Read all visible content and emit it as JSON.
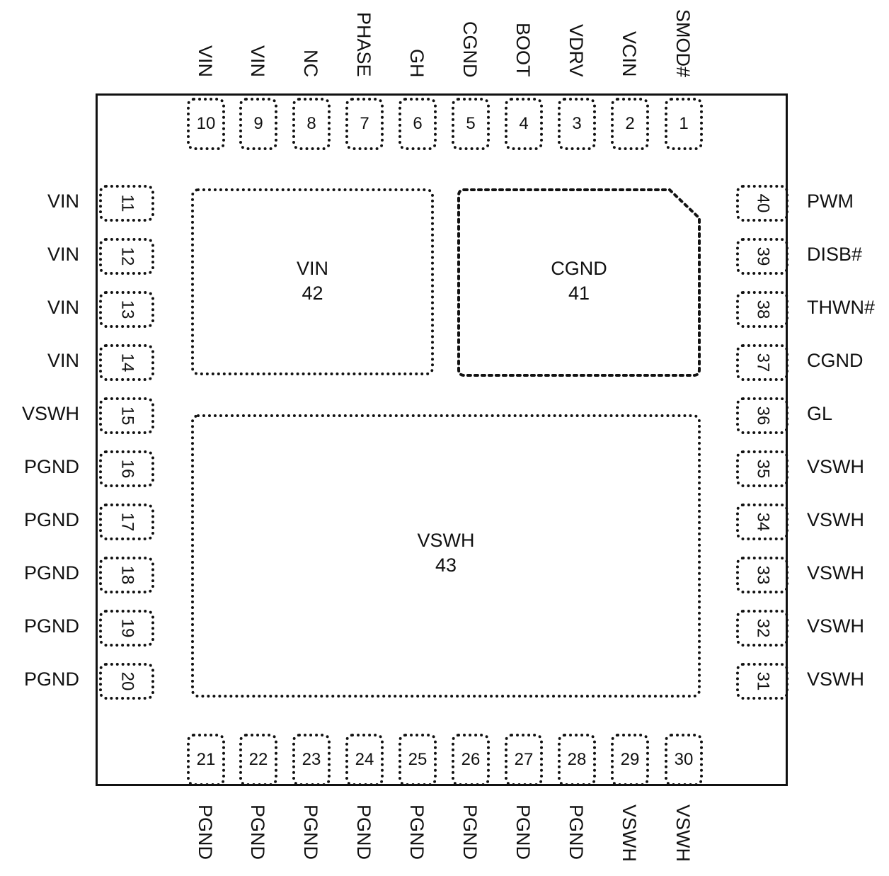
{
  "top_pins": [
    {
      "num": "10",
      "name": "VIN"
    },
    {
      "num": "9",
      "name": "VIN"
    },
    {
      "num": "8",
      "name": "NC"
    },
    {
      "num": "7",
      "name": "PHASE"
    },
    {
      "num": "6",
      "name": "GH"
    },
    {
      "num": "5",
      "name": "CGND"
    },
    {
      "num": "4",
      "name": "BOOT"
    },
    {
      "num": "3",
      "name": "VDRV"
    },
    {
      "num": "2",
      "name": "VCIN"
    },
    {
      "num": "1",
      "name": "SMOD#"
    }
  ],
  "left_pins": [
    {
      "num": "11",
      "name": "VIN"
    },
    {
      "num": "12",
      "name": "VIN"
    },
    {
      "num": "13",
      "name": "VIN"
    },
    {
      "num": "14",
      "name": "VIN"
    },
    {
      "num": "15",
      "name": "VSWH"
    },
    {
      "num": "16",
      "name": "PGND"
    },
    {
      "num": "17",
      "name": "PGND"
    },
    {
      "num": "18",
      "name": "PGND"
    },
    {
      "num": "19",
      "name": "PGND"
    },
    {
      "num": "20",
      "name": "PGND"
    }
  ],
  "right_pins": [
    {
      "num": "40",
      "name": "PWM"
    },
    {
      "num": "39",
      "name": "DISB#"
    },
    {
      "num": "38",
      "name": "THWN#"
    },
    {
      "num": "37",
      "name": "CGND"
    },
    {
      "num": "36",
      "name": "GL"
    },
    {
      "num": "35",
      "name": "VSWH"
    },
    {
      "num": "34",
      "name": "VSWH"
    },
    {
      "num": "33",
      "name": "VSWH"
    },
    {
      "num": "32",
      "name": "VSWH"
    },
    {
      "num": "31",
      "name": "VSWH"
    }
  ],
  "bottom_pins": [
    {
      "num": "21",
      "name": "PGND"
    },
    {
      "num": "22",
      "name": "PGND"
    },
    {
      "num": "23",
      "name": "PGND"
    },
    {
      "num": "24",
      "name": "PGND"
    },
    {
      "num": "25",
      "name": "PGND"
    },
    {
      "num": "26",
      "name": "PGND"
    },
    {
      "num": "27",
      "name": "PGND"
    },
    {
      "num": "28",
      "name": "PGND"
    },
    {
      "num": "29",
      "name": "VSWH"
    },
    {
      "num": "30",
      "name": "VSWH"
    }
  ],
  "exposed_pads": {
    "vin": {
      "name": "VIN",
      "num": "42"
    },
    "cgnd": {
      "name": "CGND",
      "num": "41"
    },
    "vswh": {
      "name": "VSWH",
      "num": "43"
    }
  }
}
